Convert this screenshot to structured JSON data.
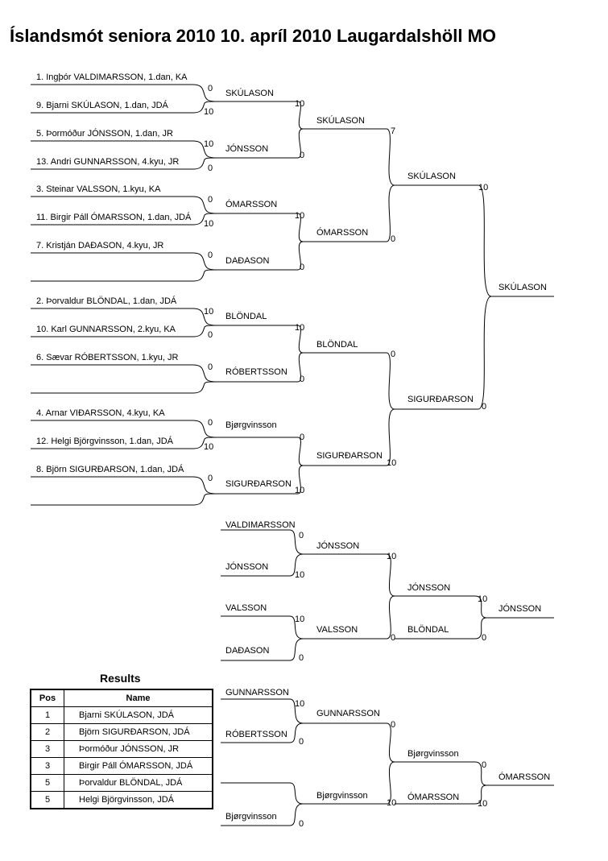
{
  "title": "Íslandsmót seniora 2010  10. apríl 2010  Laugardalshöll   MO",
  "entrants": [
    "1. Ingþór VALDIMARSSON, 1.dan, KA",
    "9. Bjarni SKÚLASON, 1.dan, JDÁ",
    "5. Þormóður JÓNSSON, 1.dan, JR",
    "13. Andri  GUNNARSSON, 4.kyu, JR",
    "3. Steinar VALSSON, 1.kyu, KA",
    "11. Birgir Páll  ÓMARSSON, 1.dan, JDÁ",
    "7. Kristján DAÐASON, 4.kyu, JR",
    "2. Þorvaldur  BLÖNDAL, 1.dan, JDÁ",
    "10. Karl GUNNARSSON, 2.kyu, KA",
    "6. Sævar RÓBERTSSON, 1.kyu, JR",
    "4. Arnar VIÐARSSON, 4.kyu, KA",
    "12. Helgi Björgvinsson, 1.dan, JDÁ",
    "8. Björn  SIGURÐARSON, 1.dan, JDÁ"
  ],
  "main_bracket": {
    "r1_scores": [
      "0",
      "10",
      "10",
      "0",
      "0",
      "10",
      "0",
      "10",
      "0",
      "0",
      "0",
      "10"
    ],
    "r1_winners": [
      "SKÚLASON",
      "JÓNSSON",
      "ÓMARSSON",
      "DAÐASON",
      "BLÖNDAL",
      "RÓBERTSSON",
      "Bjørgvinsson",
      "SIGURÐARSON"
    ],
    "r2_scores": [
      "10",
      "0",
      "10",
      "0",
      "10",
      "0",
      "0",
      "10"
    ],
    "r2_winners": [
      "SKÚLASON",
      "ÓMARSSON",
      "BLÖNDAL",
      "SIGURÐARSON"
    ],
    "r3_scores": [
      "7",
      "0",
      "0",
      "10"
    ],
    "r3_winners": [
      "SKÚLASON",
      "SIGURÐARSON"
    ],
    "r4_scores": [
      "10",
      "0"
    ],
    "final_winner": "SKÚLASON"
  },
  "repechage_a": {
    "names": [
      "VALDIMARSSON",
      "JÓNSSON",
      "VALSSON",
      "DAÐASON"
    ],
    "scores": [
      "0",
      "10",
      "10",
      "0"
    ],
    "r2_winners": [
      "JÓNSSON",
      "VALSSON"
    ],
    "r2_scores": [
      "10",
      "0"
    ],
    "r3_winners": [
      "JÓNSSON",
      "BLÖNDAL"
    ],
    "r3_scores": [
      "10",
      "0"
    ],
    "final_winner": "JÓNSSON"
  },
  "repechage_b": {
    "names": [
      "GUNNARSSON",
      "RÓBERTSSON",
      "",
      "Bjørgvinsson"
    ],
    "scores": [
      "10",
      "0",
      "0"
    ],
    "r2_winners": [
      "GUNNARSSON",
      "Bjørgvinsson"
    ],
    "r2_scores": [
      "0",
      "10"
    ],
    "r3_winners": [
      "Bjørgvinsson",
      "ÓMARSSON"
    ],
    "r3_scores": [
      "0",
      "10"
    ],
    "final_winner": "ÓMARSSON"
  },
  "results": {
    "title": "Results",
    "col_pos": "Pos",
    "col_name": "Name",
    "rows": [
      {
        "pos": "1",
        "name": "Bjarni SKÚLASON, JDÁ"
      },
      {
        "pos": "2",
        "name": "Björn  SIGURÐARSON, JDÁ"
      },
      {
        "pos": "3",
        "name": "Þormóður JÓNSSON, JR"
      },
      {
        "pos": "3",
        "name": "Birgir Páll  ÓMARSSON, JDÁ"
      },
      {
        "pos": "5",
        "name": "Þorvaldur  BLÖNDAL, JDÁ"
      },
      {
        "pos": "5",
        "name": "Helgi Björgvinsson, JDÁ"
      }
    ]
  }
}
